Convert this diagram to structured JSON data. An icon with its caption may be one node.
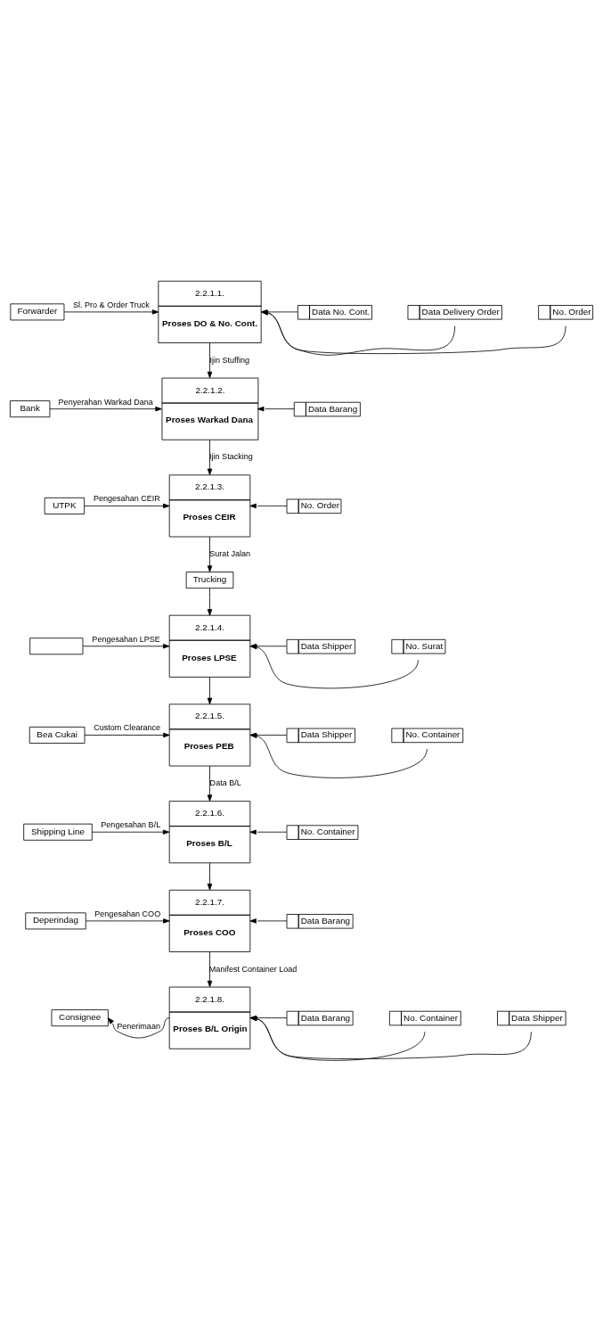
{
  "diagram": {
    "nodes": [
      {
        "text": [
          "Forwarder"
        ]
      },
      {
        "text": [
          "2.2.1.1.",
          "Proses DO & No. Cont."
        ]
      },
      {
        "text": [
          "Data No. Cont."
        ]
      },
      {
        "text": [
          "Data Delivery Order"
        ]
      },
      {
        "text": [
          "No. Order"
        ]
      },
      {
        "text": [
          "Bank"
        ]
      },
      {
        "text": [
          "2.2.1.2.",
          "Proses Warkad Dana"
        ]
      },
      {
        "text": [
          "Data Barang"
        ]
      },
      {
        "text": [
          "UTPK"
        ]
      },
      {
        "text": [
          "2.2.1.3.",
          "Proses CEIR"
        ]
      },
      {
        "text": [
          "No. Order"
        ]
      },
      {
        "text": [
          "Trucking"
        ]
      },
      {
        "text": [],
        "shape": "box"
      },
      {
        "text": [
          "2.2.1.4.",
          "Proses LPSE"
        ]
      },
      {
        "text": [
          "Data Shipper"
        ]
      },
      {
        "text": [
          "No. Surat"
        ]
      },
      {
        "text": [
          "Bea Cukai"
        ]
      },
      {
        "text": [
          "2.2.1.5.",
          "Proses PEB"
        ]
      },
      {
        "text": [
          "Data Shipper"
        ]
      },
      {
        "text": [
          "No. Container"
        ]
      },
      {
        "text": [
          "Shipping Line"
        ]
      },
      {
        "text": [
          "2.2.1.6.",
          "Proses B/L"
        ]
      },
      {
        "text": [
          "No. Container"
        ]
      },
      {
        "text": [
          "Deperindag"
        ]
      },
      {
        "text": [
          "2.2.1.7.",
          "Proses COO"
        ]
      },
      {
        "text": [
          "Data Barang"
        ]
      },
      {
        "text": [
          "Consignee"
        ]
      },
      {
        "text": [
          "2.2.1.8.",
          "Proses B/L Origin"
        ]
      },
      {
        "text": [
          "Data Barang"
        ]
      },
      {
        "text": [
          "No. Container"
        ]
      },
      {
        "text": [
          "Data Shipper"
        ]
      }
    ],
    "edges": [
      {
        "from": 0,
        "to": 1,
        "arrow": "to",
        "label": "Sl. Pro & Order Truck"
      },
      {
        "from": 2,
        "to": 1,
        "arrow": "to"
      },
      {
        "from": 3,
        "to": 1,
        "arrow": "to"
      },
      {
        "from": 4,
        "to": 1,
        "arrow": "to"
      },
      {
        "from": 1,
        "to": 6,
        "arrow": "to",
        "label": "Ijin Stuffing"
      },
      {
        "from": 5,
        "to": 6,
        "arrow": "to",
        "label": "Penyerahan Warkad Dana"
      },
      {
        "from": 7,
        "to": 6,
        "arrow": "to"
      },
      {
        "from": 6,
        "to": 9,
        "arrow": "to",
        "label": "Ijin Stacking"
      },
      {
        "from": 8,
        "to": 9,
        "arrow": "to",
        "label": "Pengesahan CEIR"
      },
      {
        "from": 10,
        "to": 9,
        "arrow": "to"
      },
      {
        "from": 9,
        "to": 11,
        "arrow": "to",
        "label": "Surat Jalan"
      },
      {
        "from": 11,
        "to": 13,
        "arrow": "to"
      },
      {
        "from": 12,
        "to": 13,
        "arrow": "to",
        "label": "Pengesahan LPSE"
      },
      {
        "from": 14,
        "to": 13,
        "arrow": "to"
      },
      {
        "from": 15,
        "to": 13,
        "arrow": "to"
      },
      {
        "from": 13,
        "to": 17,
        "arrow": "to"
      },
      {
        "from": 16,
        "to": 17,
        "arrow": "to",
        "label": "Custom Clearance"
      },
      {
        "from": 18,
        "to": 17,
        "arrow": "to"
      },
      {
        "from": 19,
        "to": 17,
        "arrow": "to"
      },
      {
        "from": 17,
        "to": 21,
        "arrow": "to",
        "label": "Data B/L"
      },
      {
        "from": 20,
        "to": 21,
        "arrow": "to",
        "label": "Pengesahan B/L"
      },
      {
        "from": 22,
        "to": 21,
        "arrow": "to"
      },
      {
        "from": 21,
        "to": 24,
        "arrow": "to"
      },
      {
        "from": 23,
        "to": 24,
        "arrow": "to",
        "label": "Pengesahan COO"
      },
      {
        "from": 25,
        "to": 24,
        "arrow": "to"
      },
      {
        "from": 24,
        "to": 27,
        "arrow": "to",
        "label": "Manifest Container Load"
      },
      {
        "from": 27,
        "to": 26,
        "arrow": "to",
        "label": "Penerimaan"
      },
      {
        "from": 28,
        "to": 27,
        "arrow": "to"
      },
      {
        "from": 29,
        "to": 27,
        "arrow": "to"
      },
      {
        "from": 30,
        "to": 27,
        "arrow": "to"
      }
    ]
  }
}
